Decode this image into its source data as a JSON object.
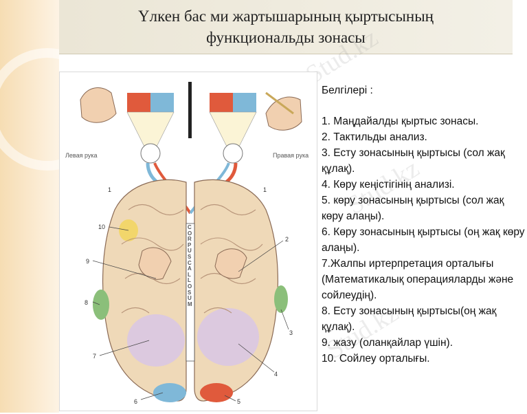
{
  "title": {
    "line1": "Үлкен бас ми жартышарының қыртысының",
    "line2": "функциональды зонасы"
  },
  "watermark": "Stud.kz",
  "figure": {
    "left_hand_label": "Левая рука",
    "right_hand_label": "Правая рука",
    "corpus_callosum_label": "CORPUS CALLOSUM",
    "numbers": [
      "1",
      "1",
      "2",
      "3",
      "4",
      "5",
      "6",
      "7",
      "8",
      "9",
      "10"
    ]
  },
  "legend": {
    "heading": "Белгілері :",
    "items": [
      "1. Маңдайалды қыртыс зонасы.",
      "2. Тактильды анализ.",
      "3. Есту зонасының қыртысы (сол жақ құлақ).",
      "4. Көру кеңістігінің анализі.",
      "5. көру зонасының қыртысы (сол жақ көру алаңы).",
      "6. Көру зонасының қыртысы (оң жақ көру алаңы).",
      "7.Жалпы иртерпретация орталығы (Математикалық операцияларды және сойлеудің).",
      "8. Есту зонасының қыртысы(оң жақ құлақ).",
      "9. жазу (оланқайлар үшін).",
      "10. Сойлеу орталығы."
    ]
  },
  "colors": {
    "brain": "#efd9b8",
    "red_zone": "#e05a3c",
    "blue_zone": "#7fb8d8",
    "purple_zone": "#d9c6e3",
    "green_zone": "#8bbf7a",
    "yellow_zone": "#f2d66b"
  }
}
